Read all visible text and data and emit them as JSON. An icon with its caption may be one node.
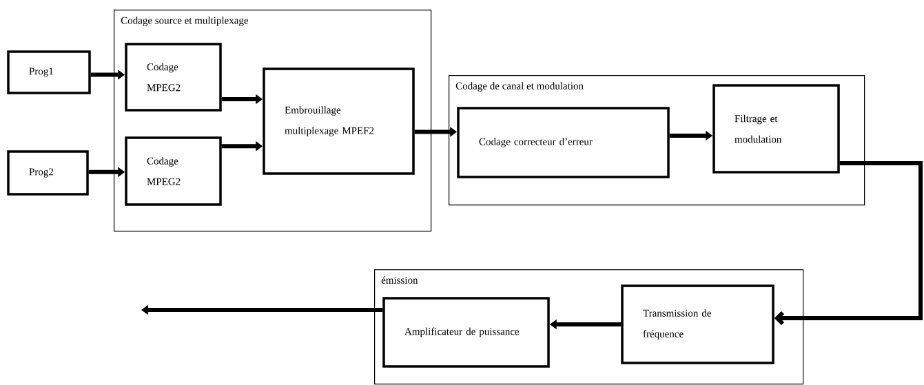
{
  "diagram": {
    "nodes": [
      {
        "text": [
          "Codage source et multiplexage"
        ]
      },
      {
        "text": [
          "Prog1"
        ]
      },
      {
        "text": [
          "Prog2"
        ]
      },
      {
        "text": [
          "Codage MPEG2"
        ],
        "in": 0
      },
      {
        "text": [
          "Codage MPEG2"
        ],
        "in": 0
      },
      {
        "text": [
          "Embrouillage multiplexage MPEF2"
        ],
        "in": 0
      },
      {
        "text": [
          "Codage de canal et modulation"
        ]
      },
      {
        "text": [
          "Codage correcteur d’erreur"
        ],
        "in": 6
      },
      {
        "text": [
          "Filtrage et modulation"
        ],
        "in": 6
      },
      {
        "text": [
          "émission"
        ]
      },
      {
        "text": [
          "Transmission de fréquence"
        ],
        "in": 9
      },
      {
        "text": [
          "Amplificateur de puissance"
        ],
        "in": 9
      }
    ],
    "edges": [
      {
        "from": 1,
        "to": 3,
        "arrow": "to"
      },
      {
        "from": 2,
        "to": 4,
        "arrow": "to"
      },
      {
        "from": 3,
        "to": 5,
        "arrow": "to"
      },
      {
        "from": 4,
        "to": 5,
        "arrow": "to"
      },
      {
        "from": 5,
        "to": 7,
        "arrow": "to"
      },
      {
        "from": 7,
        "to": 8,
        "arrow": "to"
      },
      {
        "from": 8,
        "to": 10,
        "arrow": "to"
      },
      {
        "from": 10,
        "to": 11,
        "arrow": "to"
      },
      {
        "from": 11,
        "to": null,
        "arrow": "to"
      }
    ]
  }
}
